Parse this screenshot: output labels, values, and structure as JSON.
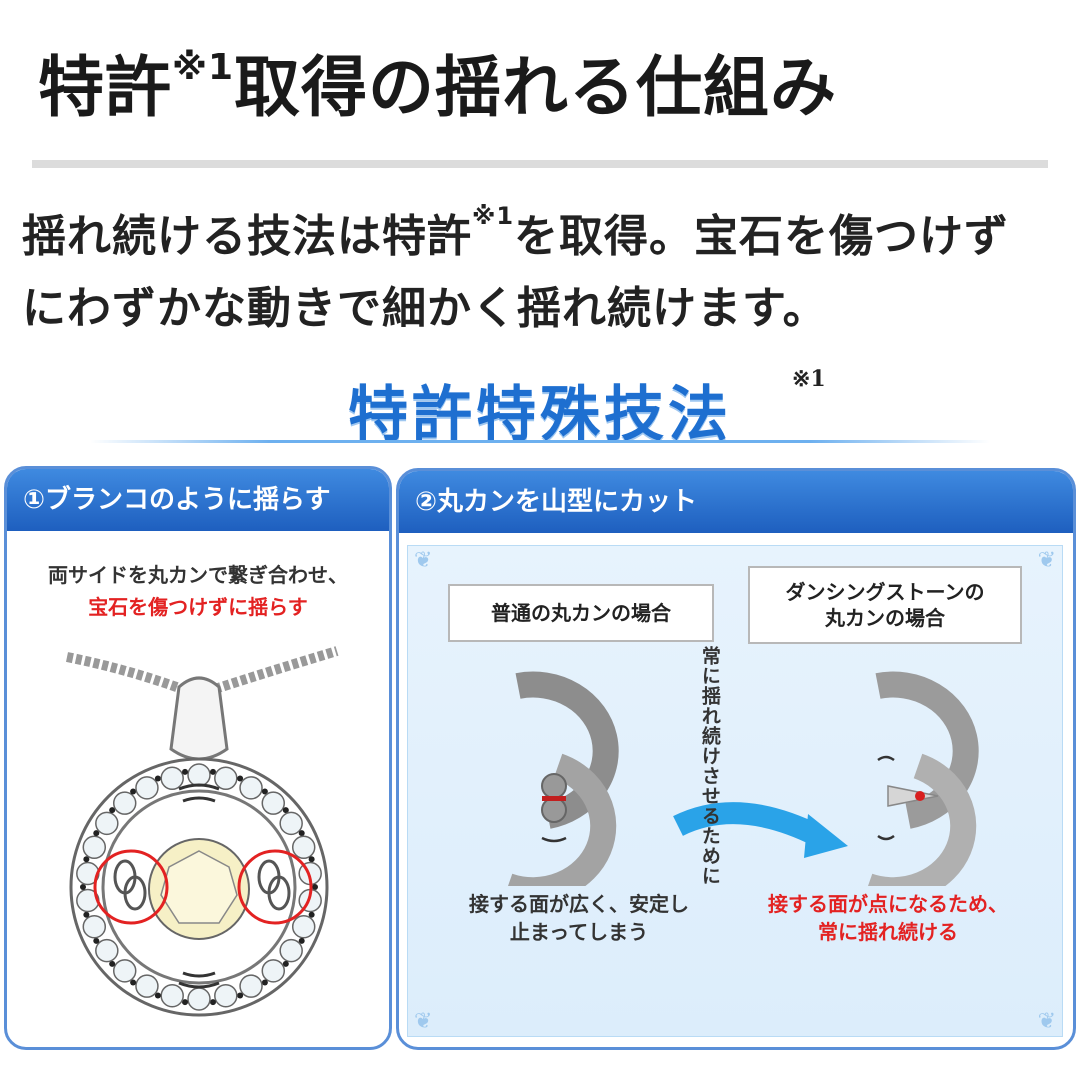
{
  "title": {
    "main_prefix": "特許",
    "sup": "※1",
    "main_suffix": "取得の揺れる仕組み"
  },
  "intro": {
    "line1_a": "揺れ続ける技法は特許",
    "line1_sup": "※1",
    "line1_b": "を取得。宝石を傷つけず",
    "line2": "にわずかな動きで細かく揺れ続けます。"
  },
  "banner": {
    "text": "特許特殊技法",
    "note": "※1"
  },
  "left_panel": {
    "header": "①ブランコのように揺らす",
    "caption1": "両サイドを丸カンで繋ぎ合わせ、",
    "caption2": "宝石を傷つけずに揺らす"
  },
  "right_panel": {
    "header": "②丸カンを山型にカット",
    "normal_label": "普通の丸カンの場合",
    "dancing_label_1": "ダンシングストーンの",
    "dancing_label_2": "丸カンの場合",
    "vertical_note": "常に揺れ続けさせるために",
    "normal_caption_1": "接する面が広く、安定し",
    "normal_caption_2": "止まってしまう",
    "dancing_caption_1": "接する面が点になるため、",
    "dancing_caption_2": "常に揺れ続ける"
  },
  "colors": {
    "accent_blue": "#1e6fd0",
    "header_blue": "#1e5fbf",
    "highlight_red": "#e32222"
  }
}
